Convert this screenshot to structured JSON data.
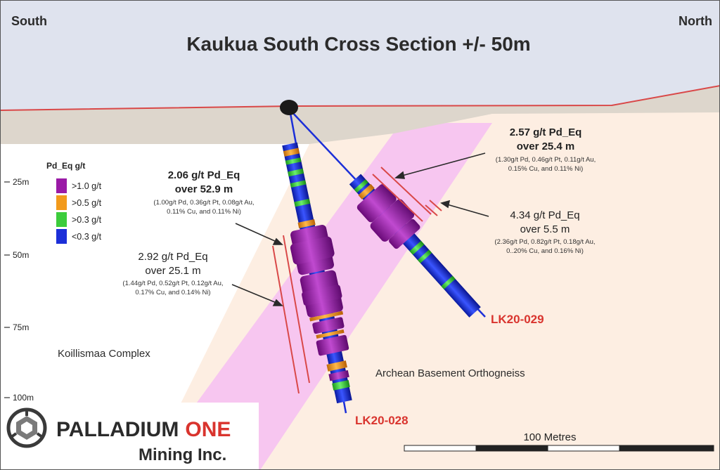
{
  "title": "Kaukua South Cross Section +/- 50m",
  "direction_left": "South",
  "direction_right": "North",
  "legend": {
    "title": "Pd_Eq g/t",
    "items": [
      {
        "label": ">1.0 g/t",
        "color": "#9a1aa6"
      },
      {
        "label": ">0.5 g/t",
        "color": "#f29a1c"
      },
      {
        "label": ">0.3 g/t",
        "color": "#3ccc3c"
      },
      {
        "label": "<0.3 g/t",
        "color": "#1c2fd8"
      }
    ]
  },
  "depth_labels": [
    "25m",
    "50m",
    "75m",
    "100m"
  ],
  "units": {
    "left": "Koillismaa Complex",
    "right": "Archean Basement Orthogneiss"
  },
  "holes": {
    "hole_028": "LK20-028",
    "hole_029": "LK20-029"
  },
  "intercepts": {
    "i1": {
      "line1": "2.06 g/t Pd_Eq",
      "line2": "over 52.9 m",
      "detail": [
        "(1.00g/t Pd, 0.36g/t Pt, 0.08g/t Au,",
        "0.11% Cu, and 0.11% Ni)"
      ]
    },
    "i2": {
      "line1": "2.92 g/t Pd_Eq",
      "line2": "over 25.1 m",
      "detail": [
        "(1.44g/t Pd, 0.52g/t Pt, 0.12g/t Au,",
        "0.17% Cu, and 0.14% Ni)"
      ]
    },
    "i3": {
      "line1": "2.57 g/t Pd_Eq",
      "line2": "over 25.4 m",
      "detail": [
        "(1.30g/t Pd, 0.46g/t Pt, 0.11g/t Au,",
        "0.15% Cu, and 0.11% Ni)"
      ]
    },
    "i4": {
      "line1": "4.34 g/t Pd_Eq",
      "line2": "over 5.5 m",
      "detail": [
        "(2.36g/t Pd, 0.82g/t Pt, 0.18g/t Au,",
        "0..20% Cu, and 0.16% Ni)"
      ]
    }
  },
  "scale_bar_label": "100 Metres",
  "logo": {
    "name_part1": "PALLADIUM",
    "name_part2": "ONE",
    "subline": "Mining Inc."
  },
  "colors": {
    "sky": "#dfe3ee",
    "overburden": "#ddd6cc",
    "orthogneiss": "#fdeee2",
    "pink_zone": "#f7c6f0",
    "topo_line": "#d94848",
    "hole_label": "#d9342e",
    "intercept_line": "#d94848"
  }
}
